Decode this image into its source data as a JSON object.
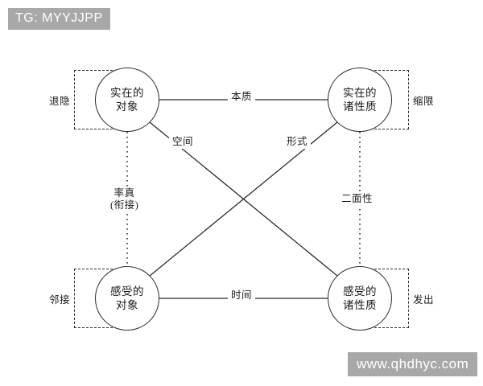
{
  "watermarks": {
    "top_left": "TG: MYYJJPP",
    "bottom_right": "www.qhdhyc.com"
  },
  "diagram": {
    "nodes": [
      {
        "id": "real-object",
        "line1": "实在的",
        "line2": "对象",
        "bracket_label": "退隐",
        "bracket_side": "left"
      },
      {
        "id": "real-qualities",
        "line1": "实在的",
        "line2": "诸性质",
        "bracket_label": "缩限",
        "bracket_side": "right"
      },
      {
        "id": "sensual-object",
        "line1": "感受的",
        "line2": "对象",
        "bracket_label": "邻接",
        "bracket_side": "left"
      },
      {
        "id": "sensual-qualities",
        "line1": "感受的",
        "line2": "诸性质",
        "bracket_label": "发出",
        "bracket_side": "right"
      }
    ],
    "edges": [
      {
        "id": "essence",
        "label": "本质",
        "style": "solid",
        "from": "real-object",
        "to": "real-qualities"
      },
      {
        "id": "time",
        "label": "时间",
        "style": "solid",
        "from": "sensual-object",
        "to": "sensual-qualities"
      },
      {
        "id": "sincerity",
        "label_line1": "率真",
        "label_line2": "(衔接)",
        "style": "dotted",
        "from": "real-object",
        "to": "sensual-object"
      },
      {
        "id": "duplicity",
        "label": "二面性",
        "style": "dotted",
        "from": "real-qualities",
        "to": "sensual-qualities"
      },
      {
        "id": "space",
        "label": "空间",
        "style": "solid",
        "from": "real-object",
        "to": "sensual-qualities"
      },
      {
        "id": "form",
        "label": "形式",
        "style": "solid",
        "from": "real-qualities",
        "to": "sensual-object"
      }
    ],
    "colors": {
      "stroke": "#2b2b2b",
      "text": "#1a1a1a",
      "background": "#ffffff",
      "watermark_background": "#a8a8a8",
      "watermark_text": "#ffffff"
    }
  }
}
